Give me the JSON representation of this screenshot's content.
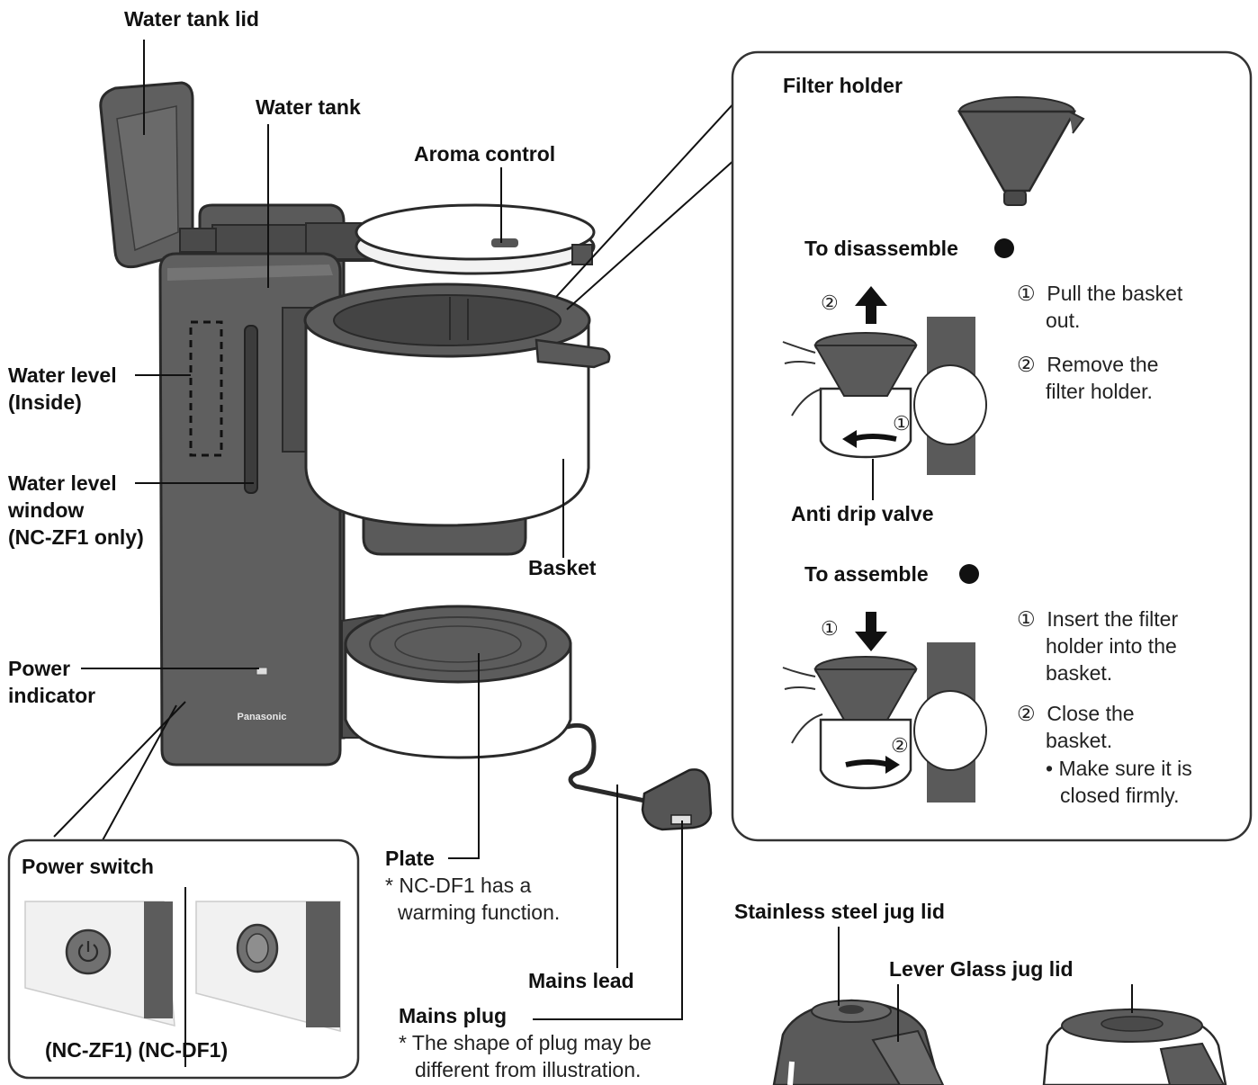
{
  "colors": {
    "body": "#5f5f5f",
    "body_dark": "#3e3e3e",
    "white_part": "#ffffff",
    "outline": "#2a2a2a",
    "panel_border": "#333333"
  },
  "labels": {
    "water_tank_lid": "Water tank lid",
    "water_tank": "Water tank",
    "aroma_control": "Aroma control",
    "water_level_inside": [
      "Water level",
      "(Inside)"
    ],
    "water_level_window": [
      "Water level",
      "window",
      "(NC-ZF1 only)"
    ],
    "power_indicator": [
      "Power",
      "indicator"
    ],
    "basket": "Basket",
    "plate": "Plate",
    "plate_note": [
      "* NC-DF1 has a",
      "warming function."
    ],
    "mains_lead": "Mains lead",
    "mains_plug": "Mains plug",
    "plug_note": [
      "* The shape of plug may be",
      "different from illustration."
    ],
    "brand": "Panasonic"
  },
  "power_switch_panel": {
    "title": "Power switch",
    "caption": "(NC-ZF1) (NC-DF1)"
  },
  "filter_panel": {
    "filter_holder": "Filter holder",
    "to_disassemble": "To disassemble",
    "disassemble_steps": [
      {
        "num": "①",
        "lines": [
          "Pull the basket",
          "out."
        ]
      },
      {
        "num": "②",
        "lines": [
          "Remove the",
          "filter holder."
        ]
      }
    ],
    "anti_drip_valve": "Anti drip valve",
    "to_assemble": "To assemble",
    "assemble_steps": [
      {
        "num": "①",
        "lines": [
          "Insert the filter",
          "holder into the",
          "basket."
        ]
      },
      {
        "num": "②",
        "lines": [
          "Close the",
          "basket."
        ]
      }
    ],
    "assemble_bullet": [
      "• Make sure it is",
      "closed firmly."
    ],
    "markers": {
      "one": "①",
      "two": "②"
    }
  },
  "jug_lids": {
    "stainless": "Stainless steel jug lid",
    "lever": "Lever Glass jug lid"
  }
}
